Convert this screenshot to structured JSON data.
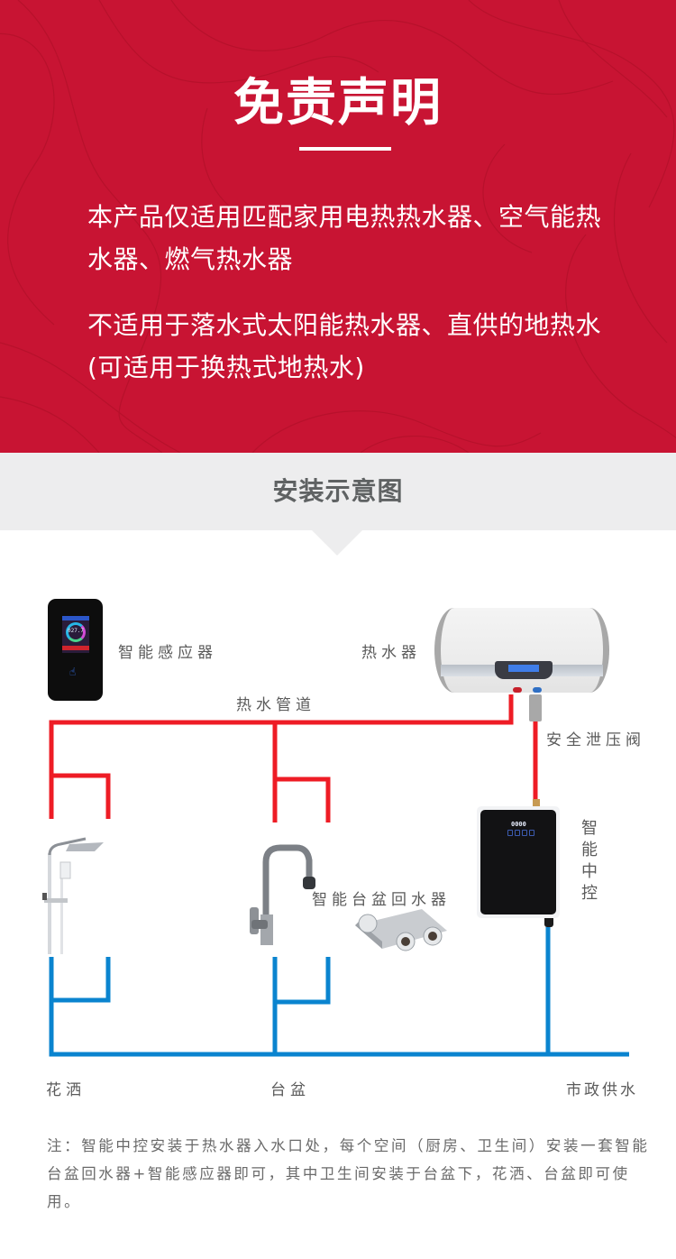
{
  "disclaimer": {
    "title": "免责声明",
    "paragraphs": [
      "本产品仅适用匹配家用电热热水器、空气能热水器、燃气热水器",
      "不适用于落水式太阳能热水器、直供的地热水(可适用于换热式地热水)"
    ]
  },
  "section": {
    "title": "安装示意图"
  },
  "diagram": {
    "labels": {
      "sensor": "智能感应器",
      "heater": "热水器",
      "hot_pipe": "热水管道",
      "relief_valve": "安全泄压阀",
      "central_control": "智能中控",
      "basin_return": "智能台盆回水器",
      "shower": "花洒",
      "basin": "台盆",
      "municipal_supply": "市政供水"
    },
    "sensor_readout": "027.7",
    "colors": {
      "hot_pipe": "#ee1c25",
      "cold_pipe": "#0a84cf",
      "brand_red": "#c81433"
    },
    "icons": {
      "sensor": "smart-sensor-icon",
      "heater": "water-heater-icon",
      "valve": "relief-valve-icon",
      "control": "central-control-icon",
      "shower": "shower-icon",
      "faucet": "faucet-icon",
      "return_device": "basin-return-device-icon"
    }
  },
  "note": "注：智能中控安装于热水器入水口处，每个空间（厨房、卫生间）安装一套智能台盆回水器+智能感应器即可，其中卫生间安装于台盆下，花洒、台盆即可使用。"
}
